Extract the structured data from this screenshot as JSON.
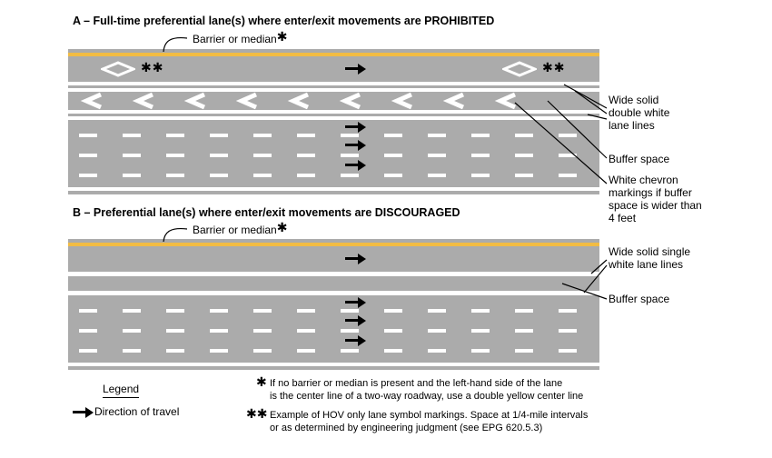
{
  "diagram_a": {
    "title": "A – Full-time preferential lane(s) where enter/exit movements are PROHIBITED",
    "barrier_label": "Barrier or median",
    "barrier_asterisk": "✱",
    "hov_symbol_asterisks": "✱✱",
    "labels": {
      "double_white": "Wide solid double white lane lines",
      "buffer": "Buffer space",
      "chevron": "White chevron markings if buffer space is wider than 4 feet"
    }
  },
  "diagram_b": {
    "title": "B – Preferential lane(s) where enter/exit movements are DISCOURAGED",
    "barrier_label": "Barrier or median",
    "barrier_asterisk": "✱",
    "labels": {
      "single_white": "Wide solid single white lane lines",
      "buffer": "Buffer space"
    }
  },
  "legend": {
    "title": "Legend",
    "direction_of_travel": "Direction of travel"
  },
  "notes": {
    "asterisk": "✱",
    "asterisk_text": "If no barrier or median is present and the left-hand side of the lane\nis the center line of a two-way roadway, use a double yellow center line",
    "double_asterisk": "✱✱",
    "double_asterisk_text": "Example of HOV only lane symbol markings. Space at 1/4-mile intervals\nor as determined by engineering judgment (see EPG 620.5.3)"
  },
  "colors": {
    "road_gray": "#ababab",
    "median_yellow": "#f2bc43",
    "marking_white": "#ffffff",
    "ink": "#000000"
  }
}
